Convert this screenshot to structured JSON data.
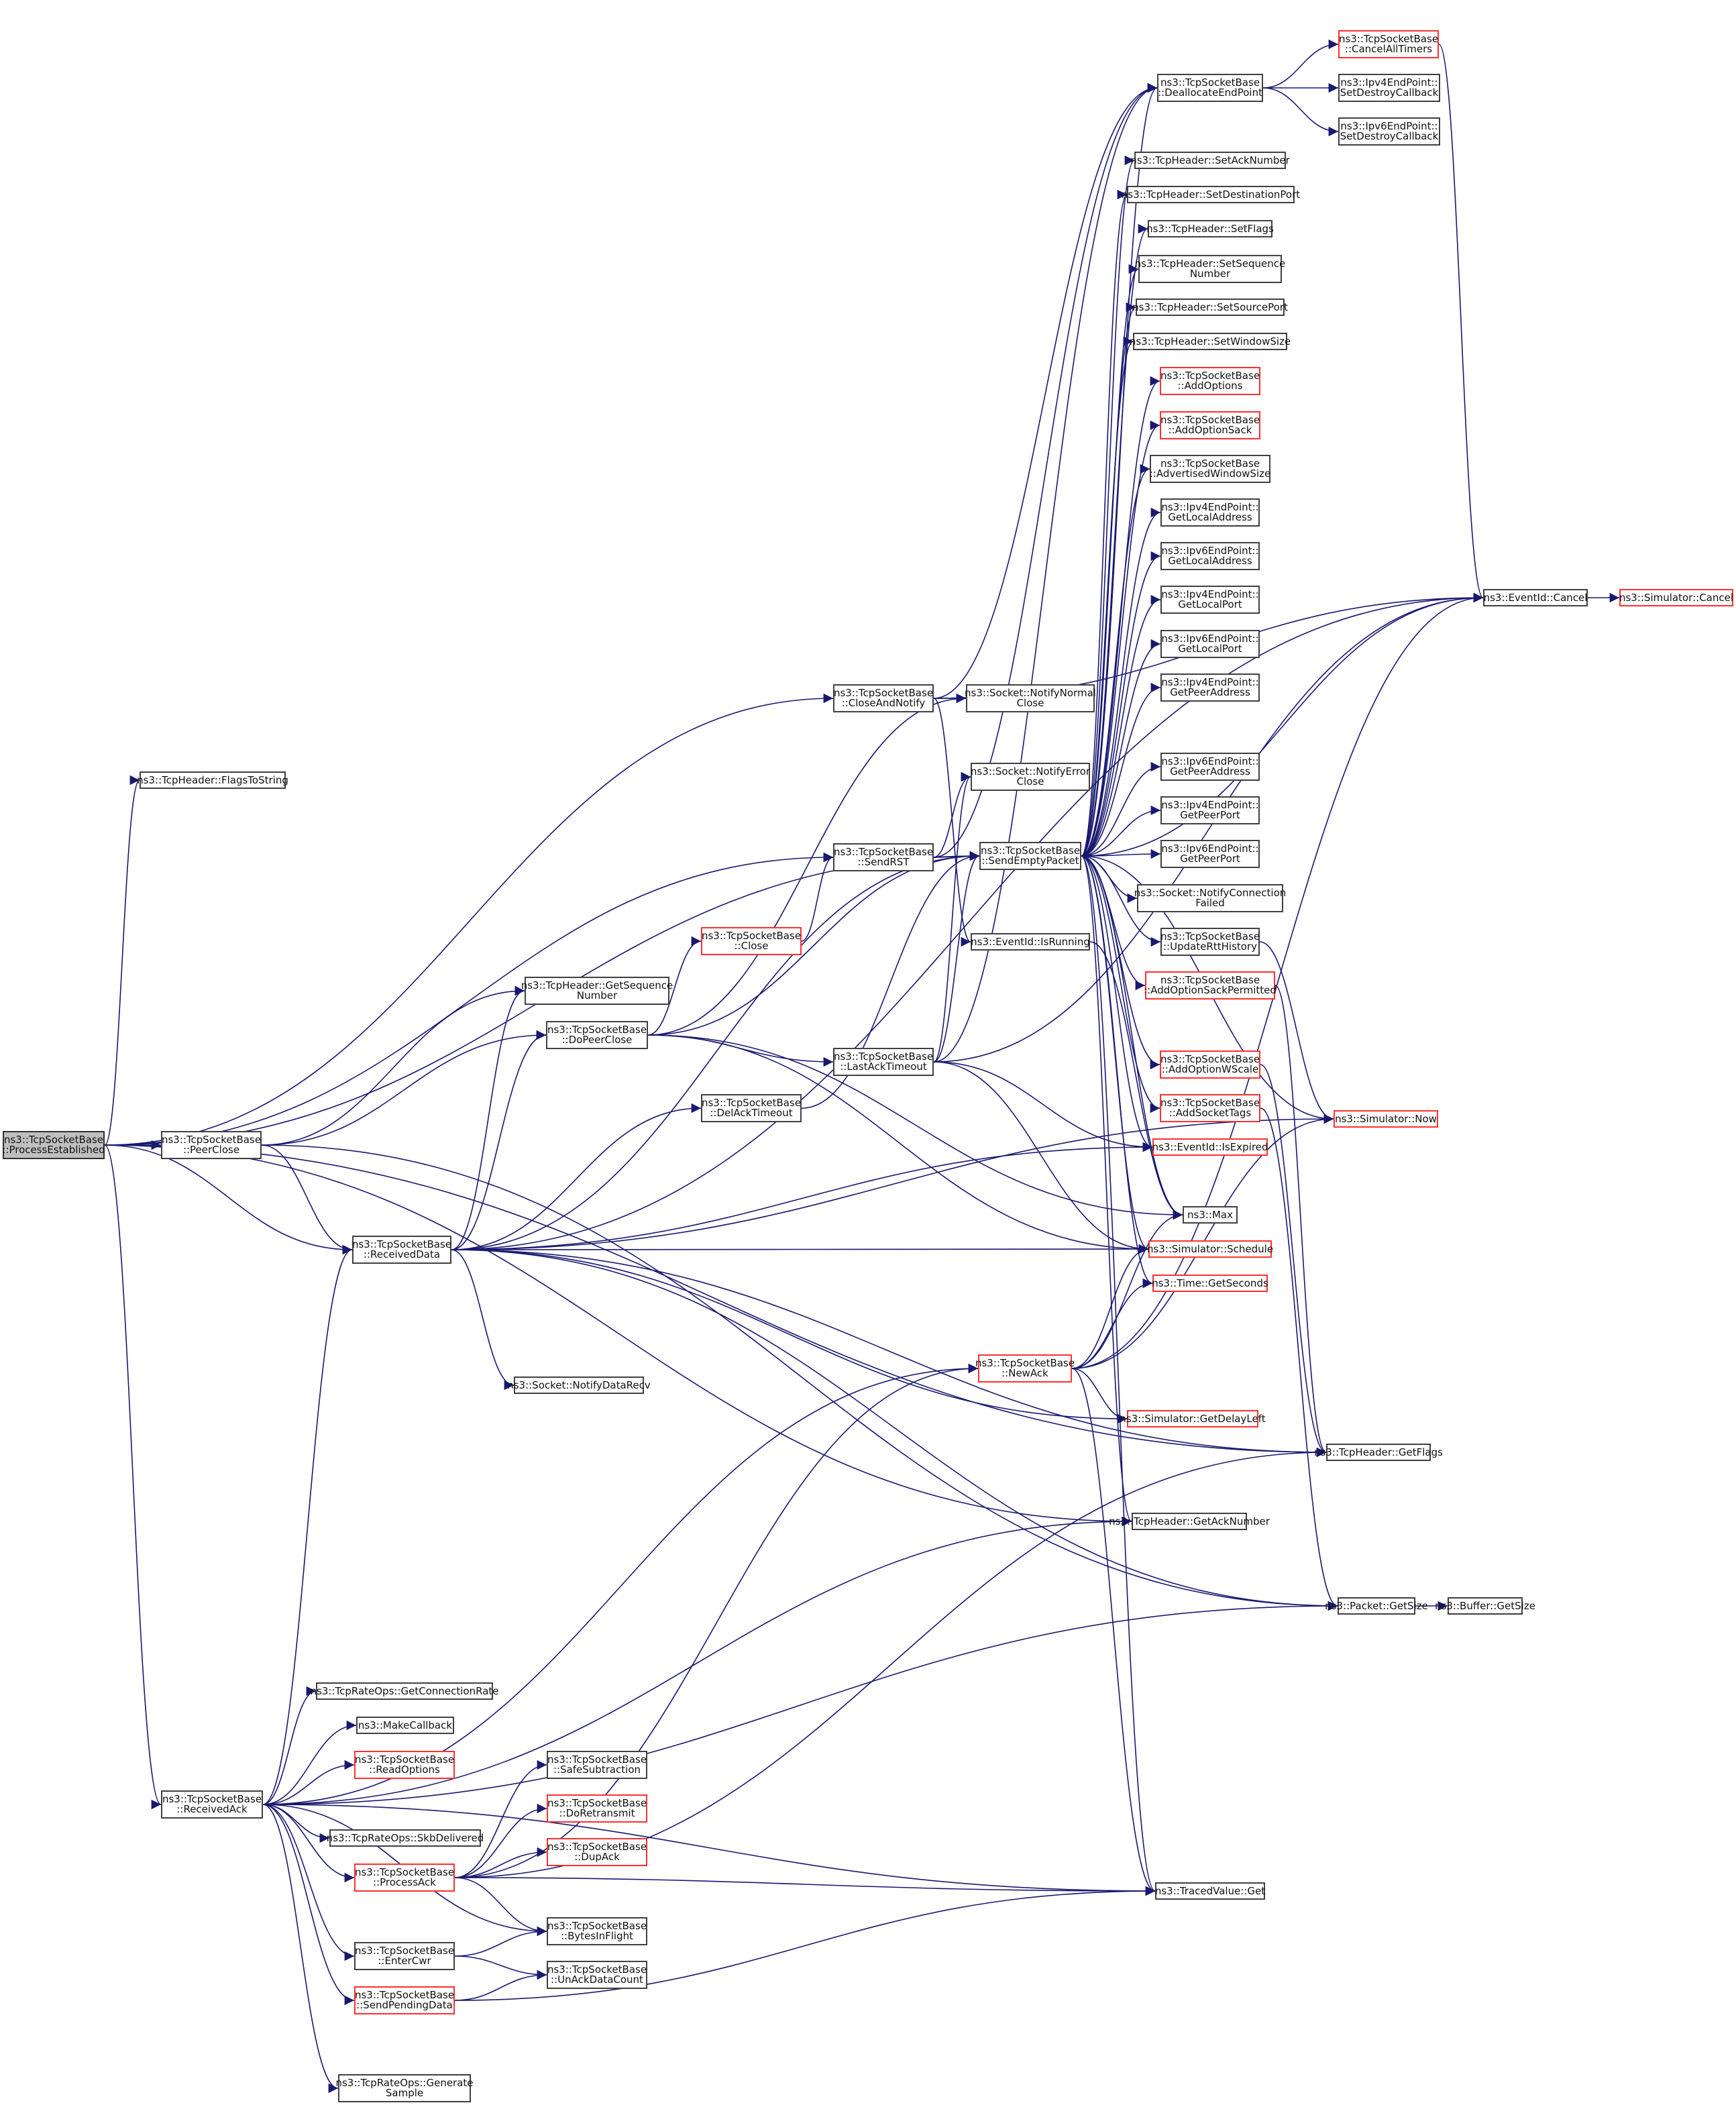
{
  "graph": {
    "title": "ns3::TcpSocketBase::ProcessEstablished call graph",
    "colors": {
      "edge": "#191970",
      "node_border": "#404040",
      "truncated_border": "#ff3030",
      "root_fill": "#bfbfbf"
    },
    "nodes": [
      {
        "id": "pe",
        "lines": [
          "ns3::TcpSocketBase",
          "::ProcessEstablished"
        ],
        "style": "root"
      },
      {
        "id": "flagstostring",
        "lines": [
          "ns3::TcpHeader::FlagsToString"
        ],
        "style": "normal"
      },
      {
        "id": "peerclose",
        "lines": [
          "ns3::TcpSocketBase",
          "::PeerClose"
        ],
        "style": "normal"
      },
      {
        "id": "receiveddata",
        "lines": [
          "ns3::TcpSocketBase",
          "::ReceivedData"
        ],
        "style": "normal"
      },
      {
        "id": "receivedack",
        "lines": [
          "ns3::TcpSocketBase",
          "::ReceivedAck"
        ],
        "style": "normal"
      },
      {
        "id": "getseq",
        "lines": [
          "ns3::TcpHeader::GetSequence",
          "Number"
        ],
        "style": "normal"
      },
      {
        "id": "dopeerclose",
        "lines": [
          "ns3::TcpSocketBase",
          "::DoPeerClose"
        ],
        "style": "normal"
      },
      {
        "id": "notifydatarecv",
        "lines": [
          "ns3::Socket::NotifyDataRecv"
        ],
        "style": "normal"
      },
      {
        "id": "getconnrate",
        "lines": [
          "ns3::TcpRateOps::GetConnectionRate"
        ],
        "style": "normal"
      },
      {
        "id": "makecallback",
        "lines": [
          "ns3::MakeCallback"
        ],
        "style": "normal"
      },
      {
        "id": "readoptions",
        "lines": [
          "ns3::TcpSocketBase",
          "::ReadOptions"
        ],
        "style": "red"
      },
      {
        "id": "skbdelivered",
        "lines": [
          "ns3::TcpRateOps::SkbDelivered"
        ],
        "style": "normal"
      },
      {
        "id": "processack",
        "lines": [
          "ns3::TcpSocketBase",
          "::ProcessAck"
        ],
        "style": "red"
      },
      {
        "id": "entercwr",
        "lines": [
          "ns3::TcpSocketBase",
          "::EnterCwr"
        ],
        "style": "normal"
      },
      {
        "id": "sendpending",
        "lines": [
          "ns3::TcpSocketBase",
          "::SendPendingData"
        ],
        "style": "red"
      },
      {
        "id": "gensample",
        "lines": [
          "ns3::TcpRateOps::Generate",
          "Sample"
        ],
        "style": "normal"
      },
      {
        "id": "safesub",
        "lines": [
          "ns3::TcpSocketBase",
          "::SafeSubtraction"
        ],
        "style": "normal"
      },
      {
        "id": "doretransmit",
        "lines": [
          "ns3::TcpSocketBase",
          "::DoRetransmit"
        ],
        "style": "red"
      },
      {
        "id": "dupack",
        "lines": [
          "ns3::TcpSocketBase",
          "::DupAck"
        ],
        "style": "red"
      },
      {
        "id": "bytesinflight",
        "lines": [
          "ns3::TcpSocketBase",
          "::BytesInFlight"
        ],
        "style": "normal"
      },
      {
        "id": "unackdata",
        "lines": [
          "ns3::TcpSocketBase",
          "::UnAckDataCount"
        ],
        "style": "normal"
      },
      {
        "id": "closeandnotify",
        "lines": [
          "ns3::TcpSocketBase",
          "::CloseAndNotify"
        ],
        "style": "normal"
      },
      {
        "id": "sendrst",
        "lines": [
          "ns3::TcpSocketBase",
          "::SendRST"
        ],
        "style": "normal"
      },
      {
        "id": "close",
        "lines": [
          "ns3::TcpSocketBase",
          "::Close"
        ],
        "style": "red"
      },
      {
        "id": "lastacktimeout",
        "lines": [
          "ns3::TcpSocketBase",
          "::LastAckTimeout"
        ],
        "style": "normal"
      },
      {
        "id": "delacktimeout",
        "lines": [
          "ns3::TcpSocketBase",
          "::DelAckTimeout"
        ],
        "style": "normal"
      },
      {
        "id": "newack",
        "lines": [
          "ns3::TcpSocketBase",
          "::NewAck"
        ],
        "style": "red"
      },
      {
        "id": "notifynormalclose",
        "lines": [
          "ns3::Socket::NotifyNormal",
          "Close"
        ],
        "style": "normal"
      },
      {
        "id": "notifyerrorclose",
        "lines": [
          "ns3::Socket::NotifyError",
          "Close"
        ],
        "style": "normal"
      },
      {
        "id": "sendempty",
        "lines": [
          "ns3::TcpSocketBase",
          "::SendEmptyPacket"
        ],
        "style": "normal"
      },
      {
        "id": "isrunning",
        "lines": [
          "ns3::EventId::IsRunning"
        ],
        "style": "normal"
      },
      {
        "id": "dealloc",
        "lines": [
          "ns3::TcpSocketBase",
          "::DeallocateEndPoint"
        ],
        "style": "normal"
      },
      {
        "id": "setack",
        "lines": [
          "ns3::TcpHeader::SetAckNumber"
        ],
        "style": "normal"
      },
      {
        "id": "setdestport",
        "lines": [
          "ns3::TcpHeader::SetDestinationPort"
        ],
        "style": "normal"
      },
      {
        "id": "setflags",
        "lines": [
          "ns3::TcpHeader::SetFlags"
        ],
        "style": "normal"
      },
      {
        "id": "setseq",
        "lines": [
          "ns3::TcpHeader::SetSequence",
          "Number"
        ],
        "style": "normal"
      },
      {
        "id": "setsrcport",
        "lines": [
          "ns3::TcpHeader::SetSourcePort"
        ],
        "style": "normal"
      },
      {
        "id": "setwin",
        "lines": [
          "ns3::TcpHeader::SetWindowSize"
        ],
        "style": "normal"
      },
      {
        "id": "addoptions",
        "lines": [
          "ns3::TcpSocketBase",
          "::AddOptions"
        ],
        "style": "red"
      },
      {
        "id": "addoptionsack",
        "lines": [
          "ns3::TcpSocketBase",
          "::AddOptionSack"
        ],
        "style": "red"
      },
      {
        "id": "advwin",
        "lines": [
          "ns3::TcpSocketBase",
          "::AdvertisedWindowSize"
        ],
        "style": "normal"
      },
      {
        "id": "v4localaddr",
        "lines": [
          "ns3::Ipv4EndPoint::",
          "GetLocalAddress"
        ],
        "style": "normal"
      },
      {
        "id": "v6localaddr",
        "lines": [
          "ns3::Ipv6EndPoint::",
          "GetLocalAddress"
        ],
        "style": "normal"
      },
      {
        "id": "v4localport",
        "lines": [
          "ns3::Ipv4EndPoint::",
          "GetLocalPort"
        ],
        "style": "normal"
      },
      {
        "id": "v6localport",
        "lines": [
          "ns3::Ipv6EndPoint::",
          "GetLocalPort"
        ],
        "style": "normal"
      },
      {
        "id": "v4peeraddr",
        "lines": [
          "ns3::Ipv4EndPoint::",
          "GetPeerAddress"
        ],
        "style": "normal"
      },
      {
        "id": "v6peeraddr",
        "lines": [
          "ns3::Ipv6EndPoint::",
          "GetPeerAddress"
        ],
        "style": "normal"
      },
      {
        "id": "v4peerport",
        "lines": [
          "ns3::Ipv4EndPoint::",
          "GetPeerPort"
        ],
        "style": "normal"
      },
      {
        "id": "v6peerport",
        "lines": [
          "ns3::Ipv6EndPoint::",
          "GetPeerPort"
        ],
        "style": "normal"
      },
      {
        "id": "notifyconnfailed",
        "lines": [
          "ns3::Socket::NotifyConnection",
          "Failed"
        ],
        "style": "normal"
      },
      {
        "id": "updatertt",
        "lines": [
          "ns3::TcpSocketBase",
          "::UpdateRttHistory"
        ],
        "style": "normal"
      },
      {
        "id": "addsackperm",
        "lines": [
          "ns3::TcpSocketBase",
          "::AddOptionSackPermitted"
        ],
        "style": "red"
      },
      {
        "id": "addwscale",
        "lines": [
          "ns3::TcpSocketBase",
          "::AddOptionWScale"
        ],
        "style": "red"
      },
      {
        "id": "addsockettags",
        "lines": [
          "ns3::TcpSocketBase",
          "::AddSocketTags"
        ],
        "style": "red"
      },
      {
        "id": "isexpired",
        "lines": [
          "ns3::EventId::IsExpired"
        ],
        "style": "red"
      },
      {
        "id": "max",
        "lines": [
          "ns3::Max"
        ],
        "style": "normal"
      },
      {
        "id": "schedule",
        "lines": [
          "ns3::Simulator::Schedule"
        ],
        "style": "red"
      },
      {
        "id": "getseconds",
        "lines": [
          "ns3::Time::GetSeconds"
        ],
        "style": "red"
      },
      {
        "id": "getdelayleft",
        "lines": [
          "ns3::Simulator::GetDelayLeft"
        ],
        "style": "red"
      },
      {
        "id": "getacknum",
        "lines": [
          "ns3::TcpHeader::GetAckNumber"
        ],
        "style": "normal"
      },
      {
        "id": "tracedget",
        "lines": [
          "ns3::TracedValue::Get"
        ],
        "style": "normal"
      },
      {
        "id": "cancelalltimers",
        "lines": [
          "ns3::TcpSocketBase",
          "::CancelAllTimers"
        ],
        "style": "red"
      },
      {
        "id": "v4setdestroy",
        "lines": [
          "ns3::Ipv4EndPoint::",
          "SetDestroyCallback"
        ],
        "style": "normal"
      },
      {
        "id": "v6setdestroy",
        "lines": [
          "ns3::Ipv6EndPoint::",
          "SetDestroyCallback"
        ],
        "style": "normal"
      },
      {
        "id": "eventcancel",
        "lines": [
          "ns3::EventId::Cancel"
        ],
        "style": "normal"
      },
      {
        "id": "simnow",
        "lines": [
          "ns3::Simulator::Now"
        ],
        "style": "red"
      },
      {
        "id": "getflags",
        "lines": [
          "ns3::TcpHeader::GetFlags"
        ],
        "style": "normal"
      },
      {
        "id": "packetsize",
        "lines": [
          "ns3::Packet::GetSize"
        ],
        "style": "normal"
      },
      {
        "id": "simcancel",
        "lines": [
          "ns3::Simulator::Cancel"
        ],
        "style": "red"
      },
      {
        "id": "buffersize",
        "lines": [
          "ns3::Buffer::GetSize"
        ],
        "style": "normal"
      }
    ],
    "edges": [
      [
        "pe",
        "flagstostring"
      ],
      [
        "pe",
        "peerclose"
      ],
      [
        "pe",
        "receiveddata"
      ],
      [
        "pe",
        "receivedack"
      ],
      [
        "pe",
        "closeandnotify"
      ],
      [
        "pe",
        "sendrst"
      ],
      [
        "pe",
        "sendempty"
      ],
      [
        "pe",
        "getflags"
      ],
      [
        "pe",
        "getacknum"
      ],
      [
        "peerclose",
        "getseq"
      ],
      [
        "peerclose",
        "dopeerclose"
      ],
      [
        "peerclose",
        "receiveddata"
      ],
      [
        "peerclose",
        "packetsize"
      ],
      [
        "receiveddata",
        "getseq"
      ],
      [
        "receiveddata",
        "dopeerclose"
      ],
      [
        "receiveddata",
        "notifydatarecv"
      ],
      [
        "receiveddata",
        "sendempty"
      ],
      [
        "receiveddata",
        "delacktimeout"
      ],
      [
        "receiveddata",
        "isexpired"
      ],
      [
        "receiveddata",
        "schedule"
      ],
      [
        "receiveddata",
        "simnow"
      ],
      [
        "receiveddata",
        "eventcancel"
      ],
      [
        "receiveddata",
        "getdelayleft"
      ],
      [
        "receiveddata",
        "getflags"
      ],
      [
        "receiveddata",
        "packetsize"
      ],
      [
        "receivedack",
        "receiveddata"
      ],
      [
        "receivedack",
        "getconnrate"
      ],
      [
        "receivedack",
        "makecallback"
      ],
      [
        "receivedack",
        "readoptions"
      ],
      [
        "receivedack",
        "skbdelivered"
      ],
      [
        "receivedack",
        "processack"
      ],
      [
        "receivedack",
        "entercwr"
      ],
      [
        "receivedack",
        "sendpending"
      ],
      [
        "receivedack",
        "gensample"
      ],
      [
        "receivedack",
        "bytesinflight"
      ],
      [
        "receivedack",
        "tracedget"
      ],
      [
        "receivedack",
        "getacknum"
      ],
      [
        "receivedack",
        "packetsize"
      ],
      [
        "receivedack",
        "newack"
      ],
      [
        "processack",
        "safesub"
      ],
      [
        "processack",
        "doretransmit"
      ],
      [
        "processack",
        "dupack"
      ],
      [
        "processack",
        "bytesinflight"
      ],
      [
        "processack",
        "tracedget"
      ],
      [
        "processack",
        "newack"
      ],
      [
        "processack",
        "getflags"
      ],
      [
        "entercwr",
        "bytesinflight"
      ],
      [
        "entercwr",
        "unackdata"
      ],
      [
        "sendpending",
        "unackdata"
      ],
      [
        "sendpending",
        "tracedget"
      ],
      [
        "dopeerclose",
        "close"
      ],
      [
        "dopeerclose",
        "lastacktimeout"
      ],
      [
        "dopeerclose",
        "sendempty"
      ],
      [
        "dopeerclose",
        "notifynormalclose"
      ],
      [
        "dopeerclose",
        "max"
      ],
      [
        "dopeerclose",
        "schedule"
      ],
      [
        "close",
        "sendrst"
      ],
      [
        "closeandnotify",
        "notifynormalclose"
      ],
      [
        "closeandnotify",
        "dealloc"
      ],
      [
        "closeandnotify",
        "isrunning"
      ],
      [
        "closeandnotify",
        "eventcancel"
      ],
      [
        "sendrst",
        "sendempty"
      ],
      [
        "sendrst",
        "notifyerrorclose"
      ],
      [
        "sendrst",
        "dealloc"
      ],
      [
        "lastacktimeout",
        "sendempty"
      ],
      [
        "lastacktimeout",
        "notifyerrorclose"
      ],
      [
        "lastacktimeout",
        "dealloc"
      ],
      [
        "lastacktimeout",
        "isexpired"
      ],
      [
        "lastacktimeout",
        "schedule"
      ],
      [
        "lastacktimeout",
        "eventcancel"
      ],
      [
        "delacktimeout",
        "sendempty"
      ],
      [
        "isrunning",
        "max"
      ],
      [
        "newack",
        "max"
      ],
      [
        "newack",
        "schedule"
      ],
      [
        "newack",
        "getseconds"
      ],
      [
        "newack",
        "getdelayleft"
      ],
      [
        "newack",
        "simnow"
      ],
      [
        "newack",
        "eventcancel"
      ],
      [
        "newack",
        "tracedget"
      ],
      [
        "sendempty",
        "dealloc"
      ],
      [
        "sendempty",
        "setack"
      ],
      [
        "sendempty",
        "setdestport"
      ],
      [
        "sendempty",
        "setflags"
      ],
      [
        "sendempty",
        "setseq"
      ],
      [
        "sendempty",
        "setsrcport"
      ],
      [
        "sendempty",
        "setwin"
      ],
      [
        "sendempty",
        "addoptions"
      ],
      [
        "sendempty",
        "addoptionsack"
      ],
      [
        "sendempty",
        "advwin"
      ],
      [
        "sendempty",
        "v4localaddr"
      ],
      [
        "sendempty",
        "v6localaddr"
      ],
      [
        "sendempty",
        "v4localport"
      ],
      [
        "sendempty",
        "v6localport"
      ],
      [
        "sendempty",
        "v4peeraddr"
      ],
      [
        "sendempty",
        "v6peeraddr"
      ],
      [
        "sendempty",
        "v4peerport"
      ],
      [
        "sendempty",
        "v6peerport"
      ],
      [
        "sendempty",
        "notifyconnfailed"
      ],
      [
        "sendempty",
        "updatertt"
      ],
      [
        "sendempty",
        "addsackperm"
      ],
      [
        "sendempty",
        "addwscale"
      ],
      [
        "sendempty",
        "addsockettags"
      ],
      [
        "sendempty",
        "isexpired"
      ],
      [
        "sendempty",
        "max"
      ],
      [
        "sendempty",
        "schedule"
      ],
      [
        "sendempty",
        "getseconds"
      ],
      [
        "sendempty",
        "simnow"
      ],
      [
        "sendempty",
        "eventcancel"
      ],
      [
        "sendempty",
        "getacknum"
      ],
      [
        "sendempty",
        "tracedget"
      ],
      [
        "dealloc",
        "cancelalltimers"
      ],
      [
        "dealloc",
        "v4setdestroy"
      ],
      [
        "dealloc",
        "v6setdestroy"
      ],
      [
        "cancelalltimers",
        "eventcancel"
      ],
      [
        "updatertt",
        "simnow"
      ],
      [
        "addsackperm",
        "getflags"
      ],
      [
        "addwscale",
        "getflags"
      ],
      [
        "addsockettags",
        "packetsize"
      ],
      [
        "eventcancel",
        "simcancel"
      ],
      [
        "packetsize",
        "buffersize"
      ]
    ]
  }
}
